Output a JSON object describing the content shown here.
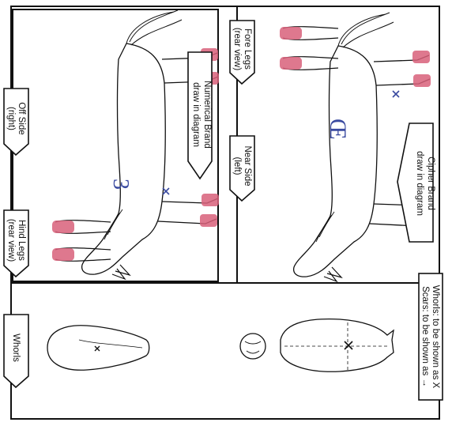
{
  "form": {
    "numerical_brand": {
      "line1": "Numerical Brand",
      "line2": "draw in diagram"
    },
    "cipher_brand": {
      "line1": "Cipher Brand",
      "line2": "draw in diagram"
    },
    "off_side": {
      "line1": "Off Side",
      "line2": "(right)"
    },
    "near_side": {
      "line1": "Near Side",
      "line2": "(left)"
    },
    "fore_legs": {
      "line1": "Fore Legs",
      "line2": "(rear view)"
    },
    "hind_legs": {
      "line1": "Hind Legs",
      "line2": "(rear view)"
    },
    "whorls_label": "Whorls",
    "legend": {
      "whorls": "Whorls: to be shown as X",
      "scars": "Scars: to be shown as →"
    }
  },
  "marks": {
    "numeral_brand": "3",
    "cipher_brand": "Œ"
  },
  "colors": {
    "leg_marking": "#d8607a",
    "ink": "#111111"
  }
}
